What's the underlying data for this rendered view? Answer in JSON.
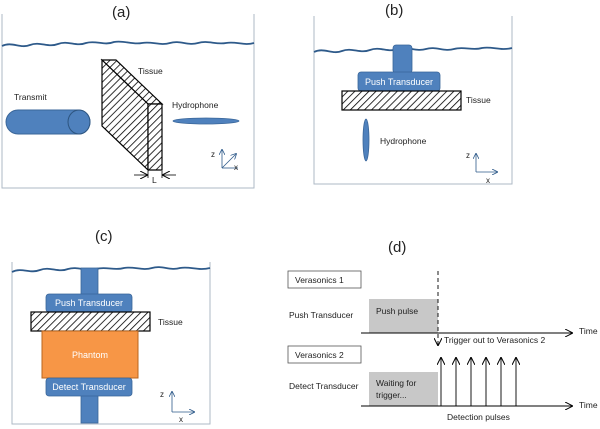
{
  "panels": {
    "a": {
      "label": "(a)",
      "transmit": "Transmit",
      "tissue": "Tissue",
      "hydrophone": "Hydrophone",
      "thickness": "L",
      "axis_z": "z",
      "axis_x": "x"
    },
    "b": {
      "label": "(b)",
      "push_transducer": "Push Transducer",
      "tissue": "Tissue",
      "hydrophone": "Hydrophone",
      "axis_z": "z",
      "axis_x": "x"
    },
    "c": {
      "label": "(c)",
      "push_transducer": "Push Transducer",
      "tissue": "Tissue",
      "phantom": "Phantom",
      "detect_transducer": "Detect Transducer",
      "axis_z": "z",
      "axis_x": "x"
    },
    "d": {
      "label": "(d)",
      "verasonics1": "Verasonics 1",
      "verasonics2": "Verasonics 2",
      "push_transducer": "Push Transducer",
      "detect_transducer": "Detect Transducer",
      "push_pulse": "Push pulse",
      "waiting_line1": "Waiting for",
      "waiting_line2": "trigger...",
      "trigger_out": "Trigger out to Verasonics 2",
      "time1": "Time",
      "time2": "Time",
      "detection_pulses": "Detection pulses"
    }
  },
  "colors": {
    "blue": "#4f81bd",
    "blue_dark": "#3a6699",
    "orange": "#f79646",
    "gray_box": "#c8c8c8",
    "water_line": "#2e5a8a"
  }
}
